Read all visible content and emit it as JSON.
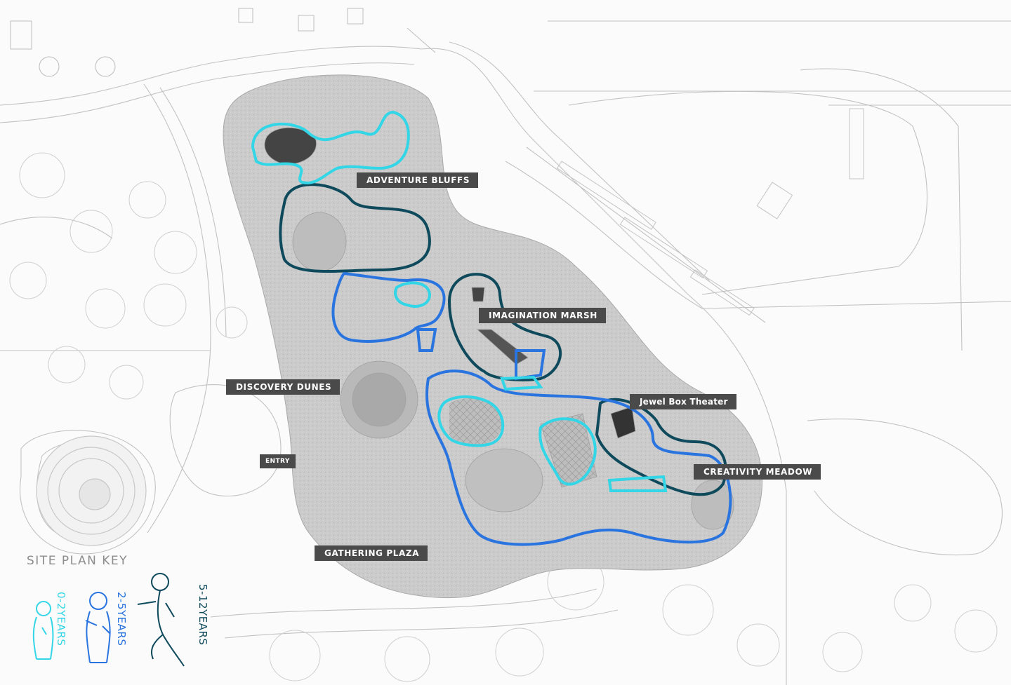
{
  "colors": {
    "age_0_2": "#33d6e6",
    "age_2_5": "#2a74e0",
    "age_5_12": "#0f4a5c",
    "label_bg": "#4a4a4a",
    "park_fill": "#c9c9c9",
    "linework": "#b5b5b5",
    "key_title": "#8c8c8c"
  },
  "zones": {
    "adventure_bluffs": "ADVENTURE BLUFFS",
    "imagination_marsh": "IMAGINATION MARSH",
    "discovery_dunes": "DISCOVERY DUNES",
    "jewel_box_theater": "Jewel Box Theater",
    "creativity_meadow": "CREATIVITY MEADOW",
    "entry": "ENTRY",
    "gathering_plaza": "GATHERING PLAZA"
  },
  "key": {
    "title": "SITE PLAN KEY",
    "items": [
      {
        "range": "0-2",
        "unit": "YEARS",
        "color": "#33d6e6",
        "icon": "toddler-figure-icon"
      },
      {
        "range": "2-5",
        "unit": "YEARS",
        "color": "#2a74e0",
        "icon": "child-figure-icon"
      },
      {
        "range": "5-12",
        "unit": "YEARS",
        "color": "#0f4a5c",
        "icon": "running-child-figure-icon"
      }
    ]
  }
}
